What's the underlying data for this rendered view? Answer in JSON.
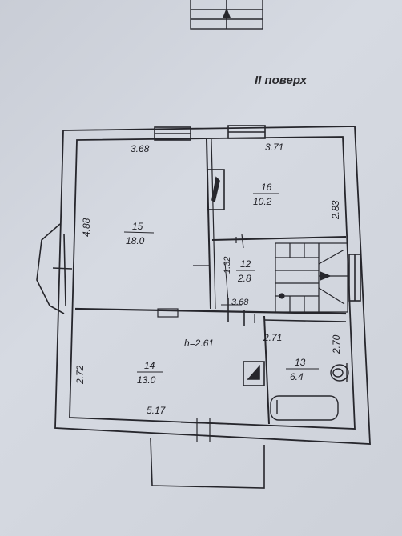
{
  "floor_title": "II поверх",
  "rooms": [
    {
      "number": "15",
      "area": "18.0"
    },
    {
      "number": "16",
      "area": "10.2"
    },
    {
      "number": "12",
      "area": "2.8"
    },
    {
      "number": "14",
      "area": "13.0"
    },
    {
      "number": "13",
      "area": "6.4"
    }
  ],
  "dimensions": {
    "top_left_width": "3.68",
    "top_right_width": "3.71",
    "left_height_upper": "4.88",
    "right_height_upper": "2.83",
    "corridor_height": "1.32",
    "corridor_width": "3.68",
    "bath_width": "2.71",
    "bath_height": "2.70",
    "left_height_lower": "2.72",
    "bottom_width": "5.17"
  },
  "ceiling_height": "h=2.61"
}
